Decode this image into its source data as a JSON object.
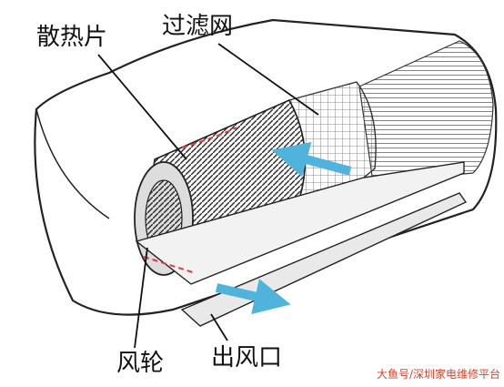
{
  "labels": {
    "heat_sink": "散热片",
    "filter": "过滤网",
    "fan": "风轮",
    "air_outlet": "出风口"
  },
  "watermark": "大鱼号/深圳家电维修平台",
  "colors": {
    "airflow_arrow": "#4fb3dc",
    "dashed_line": "#e03a3a",
    "outline": "#222222"
  }
}
